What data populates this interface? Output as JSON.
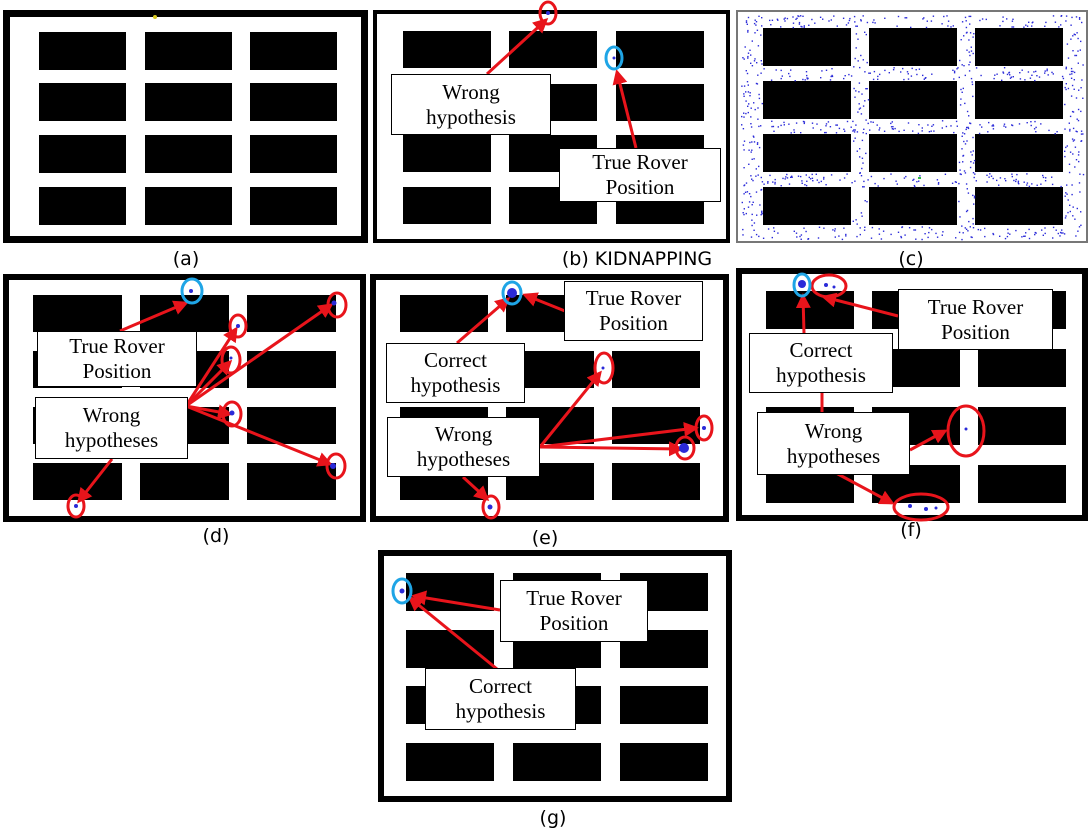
{
  "captions": {
    "a": "(a)",
    "b": "(b) KIDNAPPING",
    "c": "(c)",
    "d": "(d)",
    "e": "(e)",
    "f": "(f)",
    "g": "(g)"
  },
  "labels": {
    "b_wrong": [
      "Wrong",
      "hypothesis"
    ],
    "b_true": [
      "True Rover",
      "Position"
    ],
    "d_true": [
      "True Rover",
      "Position"
    ],
    "d_wrong": [
      "Wrong",
      "hypotheses"
    ],
    "e_true": [
      "True Rover",
      "Position"
    ],
    "e_correct": [
      "Correct",
      "hypothesis"
    ],
    "e_wrong": [
      "Wrong",
      "hypotheses"
    ],
    "f_true": [
      "True Rover",
      "Position"
    ],
    "f_correct": [
      "Correct",
      "hypothesis"
    ],
    "f_wrong": [
      "Wrong",
      "hypotheses"
    ],
    "g_true": [
      "True Rover",
      "Position"
    ],
    "g_correct": [
      "Correct",
      "hypothesis"
    ]
  },
  "colors": {
    "arrow": "#e8141b",
    "wrong_marker": "#e8141b",
    "true_marker": "#1fa5e6",
    "particle": "#2a2ad8",
    "obstacle": "#000000"
  }
}
